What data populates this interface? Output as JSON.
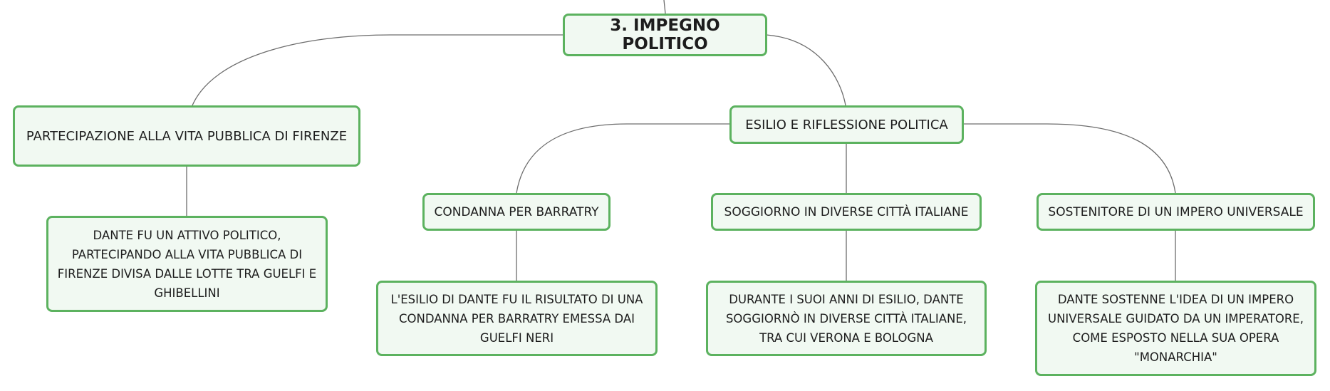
{
  "mindmap": {
    "root": {
      "label": "3. IMPEGNO POLITICO"
    },
    "branch_public_life": {
      "label": "PARTECIPAZIONE ALLA VITA PUBBLICA DI FIRENZE",
      "detail": "DANTE FU UN ATTIVO POLITICO, PARTECIPANDO ALLA VITA PUBBLICA DI FIRENZE DIVISA DALLE LOTTE TRA GUELFI E GHIBELLINI"
    },
    "branch_exile": {
      "label": "ESILIO E RIFLESSIONE POLITICA",
      "topics": [
        {
          "label": "CONDANNA PER BARRATRY",
          "detail": "L'ESILIO DI DANTE FU IL RISULTATO DI UNA CONDANNA PER BARRATRY EMESSA DAI GUELFI NERI"
        },
        {
          "label": "SOGGIORNO IN DIVERSE CITTÀ ITALIANE",
          "detail": "DURANTE I SUOI ANNI DI ESILIO, DANTE SOGGIORNÒ IN DIVERSE CITTÀ ITALIANE, TRA CUI VERONA E BOLOGNA"
        },
        {
          "label": "SOSTENITORE DI UN IMPERO UNIVERSALE",
          "detail": "DANTE SOSTENNE L'IDEA DI UN IMPERO UNIVERSALE GUIDATO DA UN IMPERATORE, COME ESPOSTO NELLA SUA OPERA \"MONARCHIA\""
        }
      ]
    }
  }
}
